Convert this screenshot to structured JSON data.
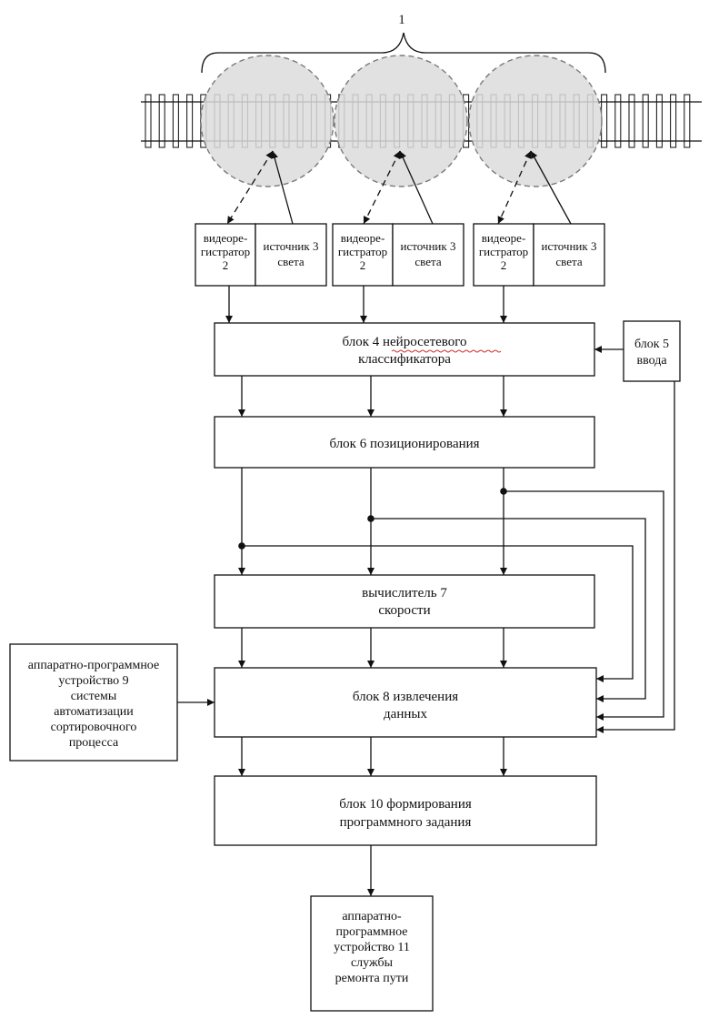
{
  "diagram": {
    "marker_1": "1",
    "stations": [
      {
        "recorder": [
          "видеоре-",
          "гистратор",
          "2"
        ],
        "light": [
          "источник 3",
          "света"
        ]
      },
      {
        "recorder": [
          "видеоре-",
          "гистратор",
          "2"
        ],
        "light": [
          "источник 3",
          "света"
        ]
      },
      {
        "recorder": [
          "видеоре-",
          "гистратор",
          "2"
        ],
        "light": [
          "источник 3",
          "света"
        ]
      }
    ],
    "block4": [
      "блок 4 нейросетевого",
      "классификатора"
    ],
    "block5": [
      "блок 5",
      "ввода"
    ],
    "block6": [
      "блок 6 позиционирования"
    ],
    "block7": [
      "вычислитель 7",
      "скорости"
    ],
    "block8": [
      "блок 8 извлечения",
      "данных"
    ],
    "block9": [
      "аппаратно-программное",
      "устройство 9",
      "системы",
      "автоматизации",
      "сортировочного",
      "процесса"
    ],
    "block10": [
      "блок 10 формирования",
      "программного задания"
    ],
    "block11": [
      "аппаратно-",
      "программное",
      "устройство 11",
      "службы",
      "ремонта пути"
    ]
  }
}
